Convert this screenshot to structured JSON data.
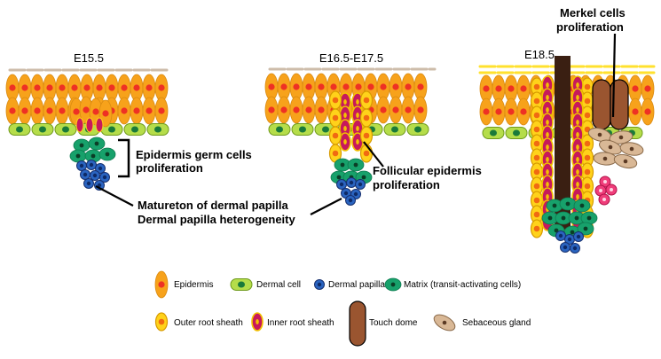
{
  "stages": {
    "s1": {
      "title": "E15.5"
    },
    "s2": {
      "title": "E16.5-E17.5"
    },
    "s3": {
      "title": "E18.5"
    }
  },
  "annotations": {
    "germ_line1": "Epidermis germ cells",
    "germ_line2": "proliferation",
    "follicular_line1": "Follicular epidermis",
    "follicular_line2": "proliferation",
    "papilla_line1": "Matureton of dermal papilla",
    "papilla_line2": "Dermal papilla heterogeneity",
    "merkel_line1": "Merkel cells",
    "merkel_line2": "proliferation"
  },
  "legend": {
    "epidermis": "Epidermis",
    "dermal_cell": "Dermal cell",
    "dermal_papilla": "Dermal papilla",
    "matrix": "Matrix (transit-activating cells)",
    "outer_root_sheath": "Outer root sheath",
    "inner_root_sheath": "Inner root sheath",
    "touch_dome": "Touch dome",
    "sebaceous_gland": "Sebaceous gland"
  },
  "colors": {
    "epidermis_fill": "#f7a21b",
    "epidermis_nucleus": "#ee3124",
    "dermal_fill": "#b5dd4a",
    "dermal_nucleus": "#1a7a3a",
    "papilla_fill": "#2a64c0",
    "matrix_fill": "#17a16b",
    "ors_fill": "#ffd21a",
    "irs_fill": "#c7195c",
    "touch_dome": "#9a5530",
    "sebaceous": "#d9b896",
    "hair_shaft": "#3a1f12",
    "stratum": "#cdbcaa",
    "stratum_e18": "#ffe12e"
  }
}
